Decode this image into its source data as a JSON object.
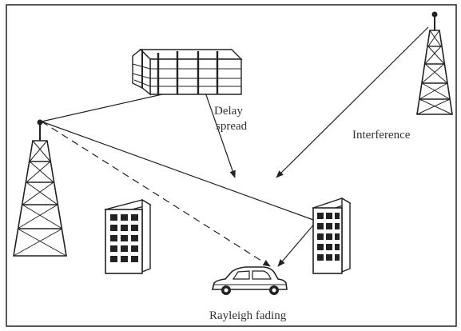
{
  "labels": {
    "delay_line1": "Delay",
    "delay_line2": "spread",
    "interference": "Interference",
    "rayleigh": "Rayleigh fading"
  },
  "colors": {
    "ink": "#222222",
    "label": "#333333",
    "background": "#ffffff"
  },
  "icons": [
    "left-tower-icon",
    "right-tower-icon",
    "reflector-building-icon",
    "left-building-icon",
    "right-building-icon",
    "car-icon"
  ]
}
